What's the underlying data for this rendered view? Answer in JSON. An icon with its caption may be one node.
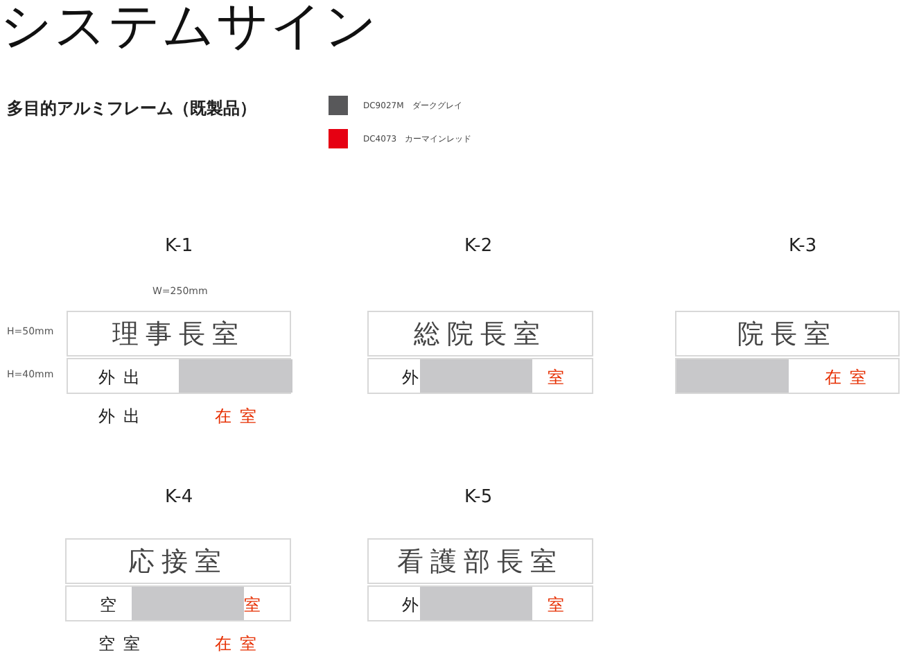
{
  "diagram": {
    "title": "システムサイン",
    "nodes": [
      {
        "text": [
          "理事長室"
        ]
      },
      {
        "text": [
          "外出"
        ]
      },
      {
        "text": [
          "総院長室"
        ]
      },
      {
        "text": [
          "外",
          "室"
        ]
      },
      {
        "text": [
          "院長室"
        ]
      },
      {
        "text": [
          "在室"
        ]
      },
      {
        "text": [
          "応接室"
        ]
      },
      {
        "text": [
          "空",
          "室"
        ]
      },
      {
        "text": [
          "看護部長室"
        ]
      },
      {
        "text": [
          "外",
          "室"
        ]
      }
    ],
    "labels": [
      "多目的アルミフレーム（既製品）",
      "K-1",
      "K-2",
      "K-3",
      "W=250mm",
      "H=50mm",
      "H=40mm",
      "外出",
      "在室",
      "K-4",
      "K-5",
      "空室",
      "在室"
    ],
    "legend": [
      {
        "text": "DC9027M　ダークグレイ",
        "color": "#58585a"
      },
      {
        "text": "DC4073　カーマインレッド",
        "color": "#e60012"
      }
    ]
  }
}
